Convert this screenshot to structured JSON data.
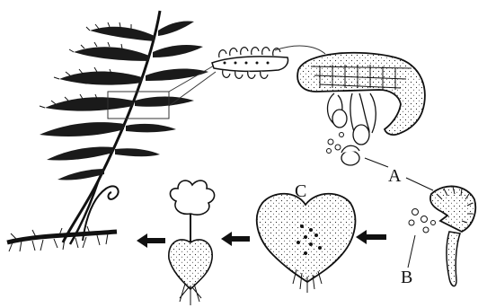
{
  "labels": {
    "a": "A",
    "b": "B",
    "c": "C"
  },
  "colors": {
    "ink": "#111111",
    "paper": "#ffffff"
  },
  "flow": [
    "B",
    "C",
    "young-sporophyte",
    "mature-fern"
  ]
}
